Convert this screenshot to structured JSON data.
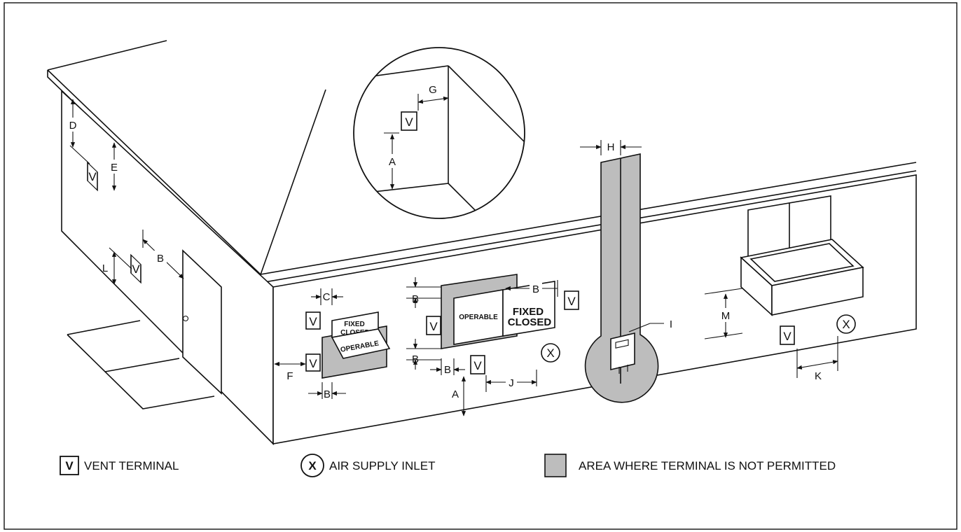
{
  "diagram": {
    "dimension_labels": {
      "a": "A",
      "b": "B",
      "c": "C",
      "d": "D",
      "e": "E",
      "f": "F",
      "g": "G",
      "h": "H",
      "i": "I",
      "j": "J",
      "k": "K",
      "l": "L",
      "m": "M"
    },
    "symbols": {
      "vent": "V",
      "air": "X"
    },
    "window_labels": {
      "fixed_line1": "FIXED",
      "closed_line2": "CLOSED",
      "operable": "OPERABLE"
    }
  },
  "legend": {
    "vent_symbol": "V",
    "vent_label": "VENT TERMINAL",
    "air_symbol": "X",
    "air_label": "AIR SUPPLY INLET",
    "area_label": "AREA WHERE TERMINAL IS NOT PERMITTED"
  },
  "colors": {
    "restricted_area": "#bdbdbd",
    "line": "#111111"
  }
}
